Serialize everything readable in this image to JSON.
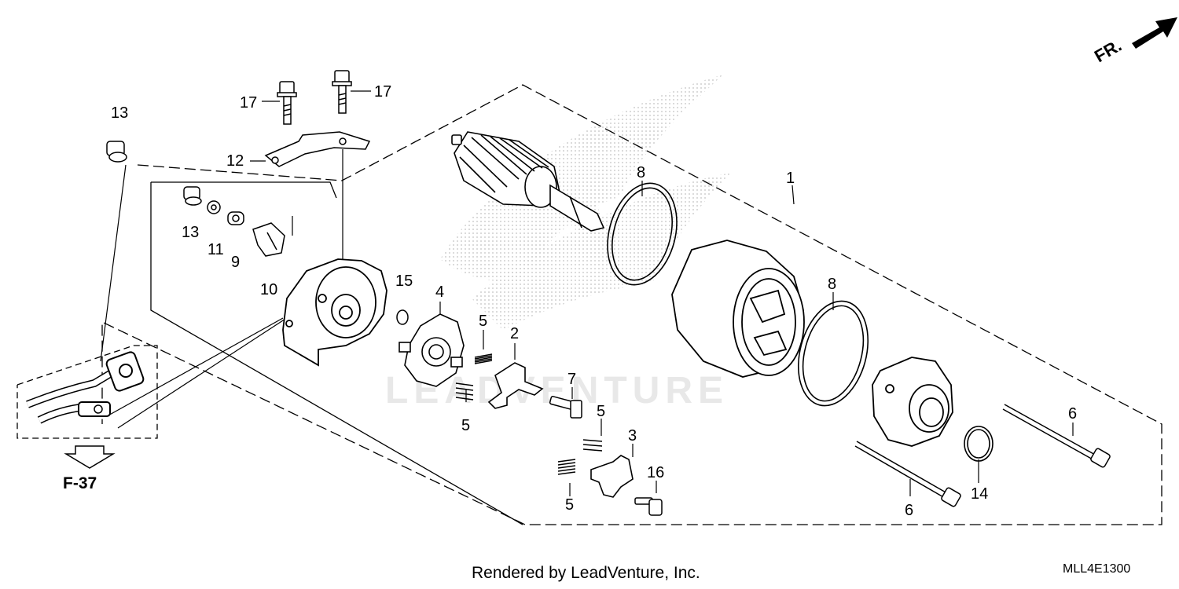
{
  "diagram": {
    "direction_label": "FR.",
    "reference_label": "F-37",
    "footer_credit": "Rendered by LeadVenture, Inc.",
    "diagram_code": "MLL4E1300",
    "watermark_text": "LEADVENTURE",
    "colors": {
      "line": "#000000",
      "watermark": "#e6e6e6",
      "background": "#ffffff"
    },
    "callouts": [
      {
        "id": "c1",
        "number": "1"
      },
      {
        "id": "c2",
        "number": "2"
      },
      {
        "id": "c3",
        "number": "3"
      },
      {
        "id": "c4",
        "number": "4"
      },
      {
        "id": "c5a",
        "number": "5"
      },
      {
        "id": "c5b",
        "number": "5"
      },
      {
        "id": "c5c",
        "number": "5"
      },
      {
        "id": "c5d",
        "number": "5"
      },
      {
        "id": "c6a",
        "number": "6"
      },
      {
        "id": "c6b",
        "number": "6"
      },
      {
        "id": "c7",
        "number": "7"
      },
      {
        "id": "c8a",
        "number": "8"
      },
      {
        "id": "c8b",
        "number": "8"
      },
      {
        "id": "c9",
        "number": "9"
      },
      {
        "id": "c10",
        "number": "10"
      },
      {
        "id": "c11",
        "number": "11"
      },
      {
        "id": "c12",
        "number": "12"
      },
      {
        "id": "c13a",
        "number": "13"
      },
      {
        "id": "c13b",
        "number": "13"
      },
      {
        "id": "c14",
        "number": "14"
      },
      {
        "id": "c15",
        "number": "15"
      },
      {
        "id": "c16",
        "number": "16"
      },
      {
        "id": "c17a",
        "number": "17"
      },
      {
        "id": "c17b",
        "number": "17"
      }
    ]
  }
}
